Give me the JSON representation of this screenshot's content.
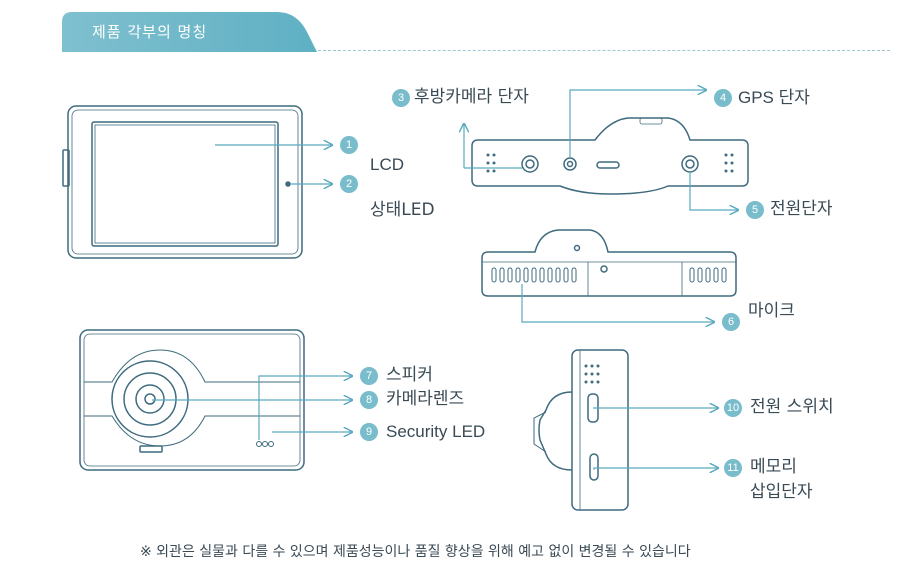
{
  "header": {
    "title": "제품 각부의 명칭"
  },
  "parts": [
    {
      "num": "1",
      "label": "LCD"
    },
    {
      "num": "2",
      "label": "상태LED"
    },
    {
      "num": "3",
      "label": "후방카메라 단자"
    },
    {
      "num": "4",
      "label": "GPS 단자"
    },
    {
      "num": "5",
      "label": "전원단자"
    },
    {
      "num": "6",
      "label": "마이크"
    },
    {
      "num": "7",
      "label": "스피커"
    },
    {
      "num": "8",
      "label": "카메라렌즈"
    },
    {
      "num": "9",
      "label": "Security LED"
    },
    {
      "num": "10",
      "label": "전원 스위치"
    },
    {
      "num": "11",
      "label_line1": "메모리",
      "label_line2": "삽입단자"
    }
  ],
  "footnote": "※ 외관은 실물과 다를 수 있으며 제품성능이나 품질 향상을 위해 예고 없이 변경될 수 있습니다",
  "colors": {
    "accent": "#79bccb",
    "outline": "#3f6b7e",
    "arrow": "#5aa9bd"
  }
}
